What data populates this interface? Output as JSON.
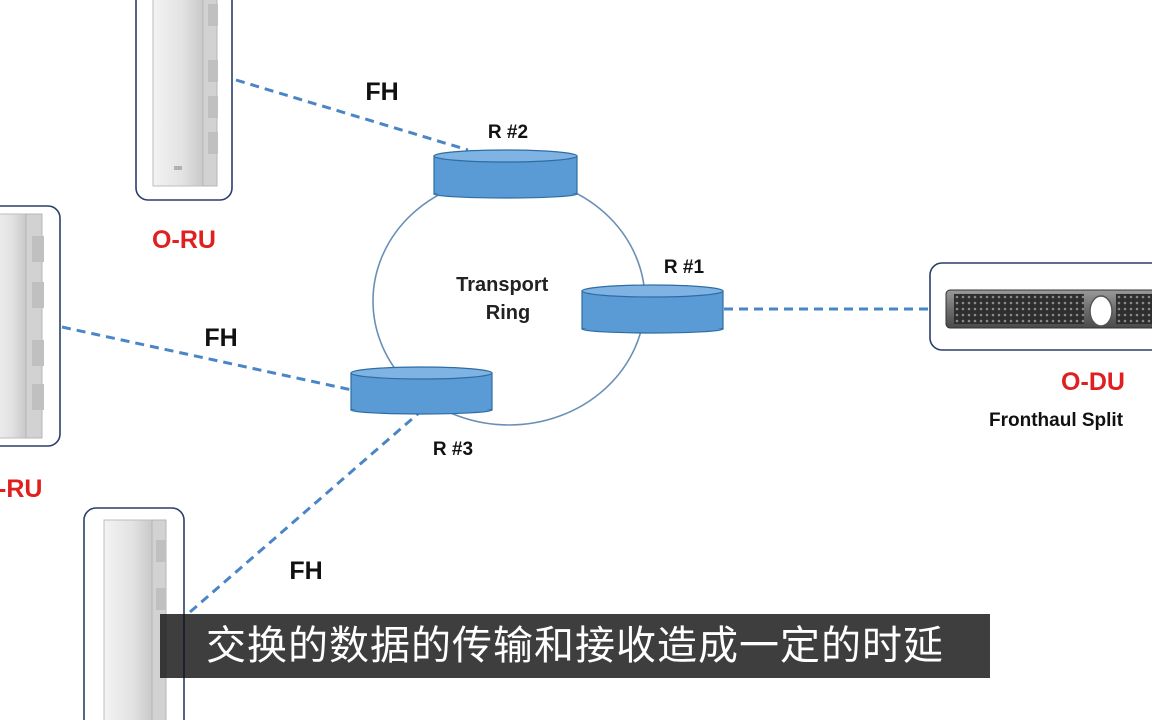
{
  "diagram": {
    "ring_label_line1": "Transport",
    "ring_label_line2": "Ring",
    "routers": [
      {
        "id": "r1",
        "label": "R #1"
      },
      {
        "id": "r2",
        "label": "R #2"
      },
      {
        "id": "r3",
        "label": "R #3"
      }
    ],
    "links": [
      {
        "label": "FH"
      },
      {
        "label": "FH"
      },
      {
        "label": "FH"
      }
    ],
    "oru_labels": [
      "O-RU",
      "-RU"
    ],
    "odu_label": "O-DU",
    "odu_caption": "Fronthaul Split",
    "colors": {
      "router_fill": "#5b9bd5",
      "router_top": "#7fb3e3",
      "router_stroke": "#2e6da4",
      "link_dash": "#4a86c5",
      "ring_stroke": "#6a8fb5",
      "unit_label": "#e02020",
      "frame_stroke": "#2a3f6a"
    }
  },
  "subtitle": "交换的数据的传输和接收造成一定的时延"
}
